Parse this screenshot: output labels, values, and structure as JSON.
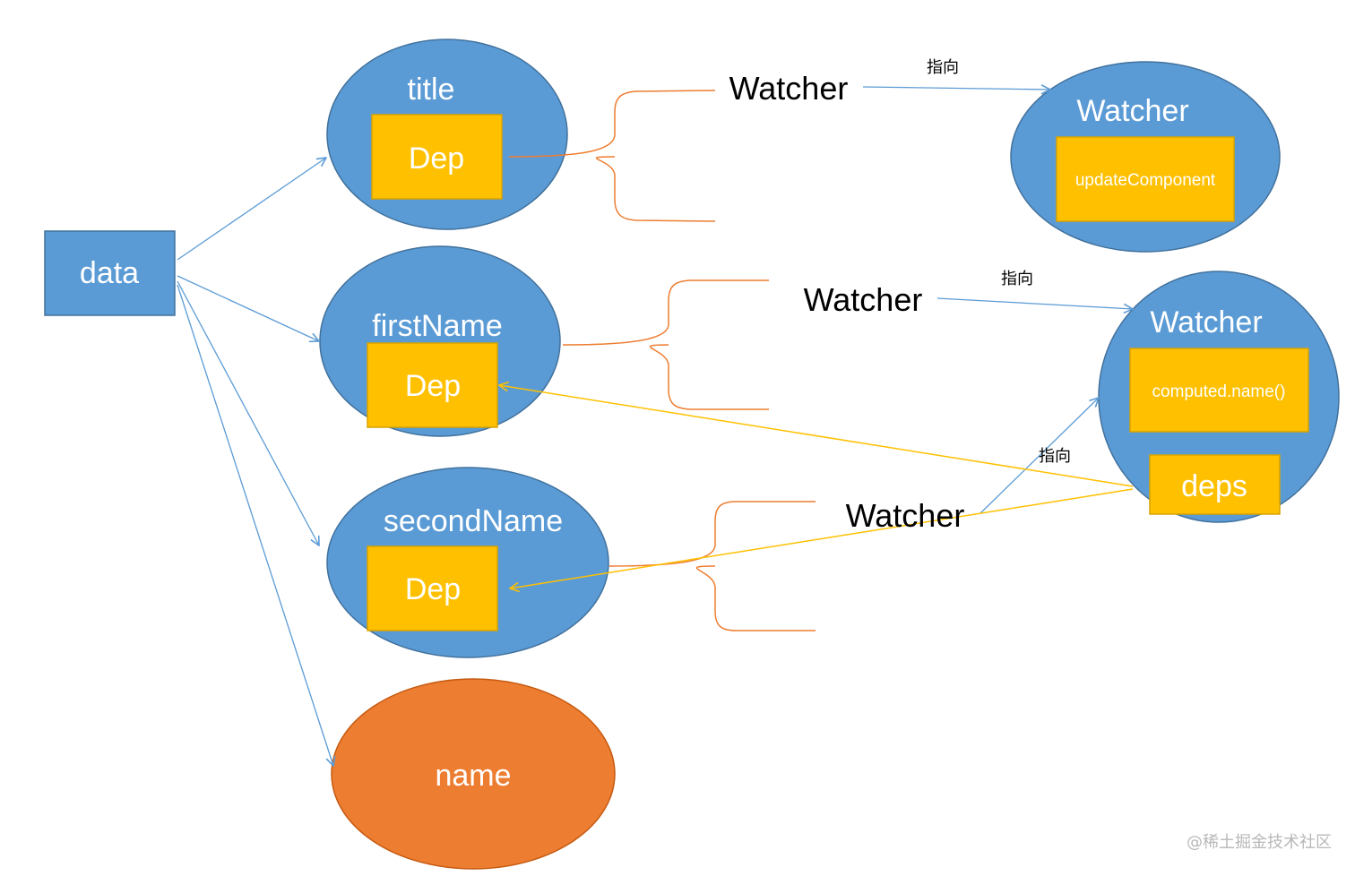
{
  "colors": {
    "node_blue": "#5b9bd5",
    "node_blue_stroke": "#41719c",
    "dep_yellow": "#ffc000",
    "dep_yellow_stroke": "#d6a300",
    "computed_orange": "#ed7d31",
    "bracket_orange": "#ed7d31",
    "arrow_blue": "#5b9bd5",
    "arrow_yellow": "#ffc000"
  },
  "nodes": {
    "data": {
      "label": "data"
    },
    "title": {
      "label": "title",
      "dep_label": "Dep"
    },
    "first_name": {
      "label": "firstName",
      "dep_label": "Dep"
    },
    "second_name": {
      "label": "secondName",
      "dep_label": "Dep"
    },
    "name": {
      "label": "name"
    },
    "render_watcher": {
      "label": "Watcher",
      "box_label": "updateComponent"
    },
    "computed_watcher": {
      "label": "Watcher",
      "box_label": "computed.name()",
      "deps_label": "deps"
    }
  },
  "subscriber_labels": {
    "watcher_1": "Watcher",
    "watcher_2": "Watcher",
    "watcher_3": "Watcher"
  },
  "pointer_labels": {
    "pointer_1": "指向",
    "pointer_2": "指向",
    "pointer_3": "指向"
  },
  "watermark": "@稀土掘金技术社区"
}
